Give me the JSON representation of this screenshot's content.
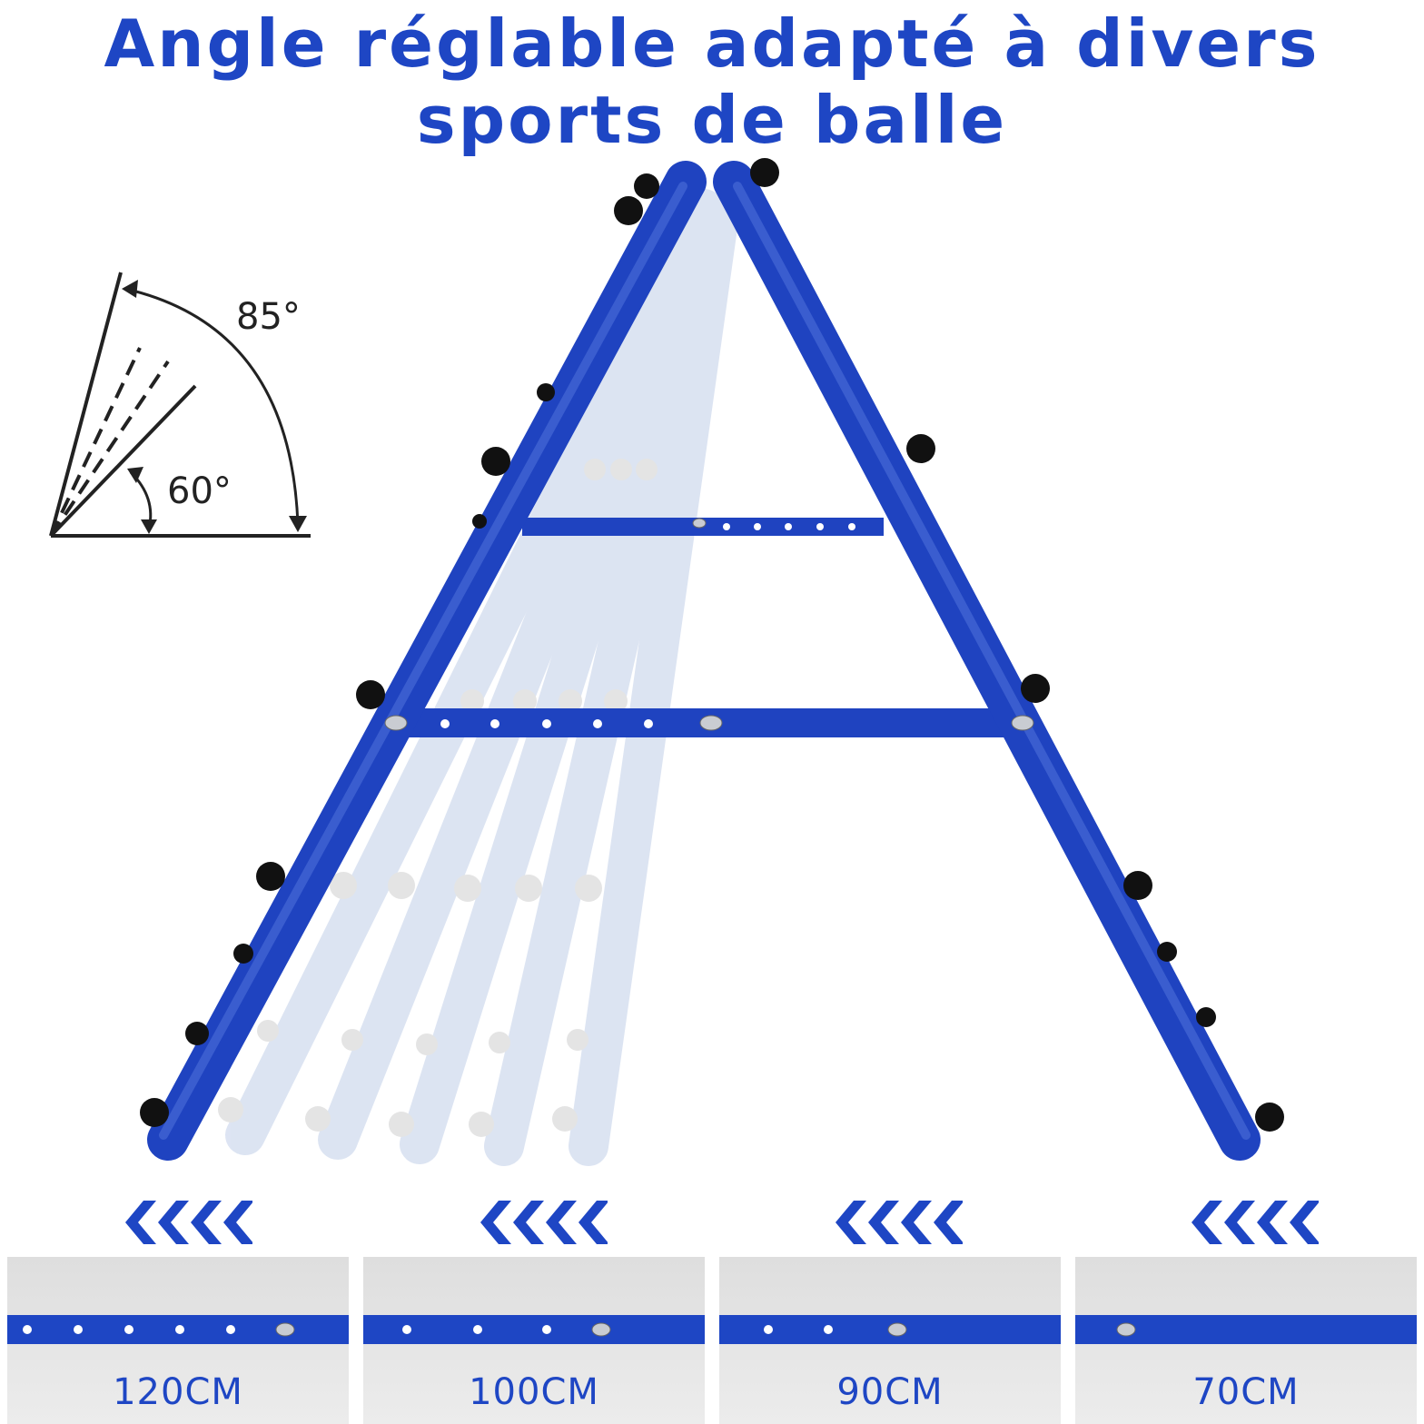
{
  "title": {
    "line1": "Angle réglable adapté à divers",
    "line2": "sports de balle"
  },
  "angle_diagram": {
    "max_angle": "85°",
    "min_angle": "60°"
  },
  "width_settings": [
    {
      "label": "120CM"
    },
    {
      "label": "100CM"
    },
    {
      "label": "90CM"
    },
    {
      "label": "70CM"
    }
  ],
  "colors": {
    "accent": "#1e46c4",
    "frame": "#1f43c0",
    "ghost": "#dbe3f2",
    "knob": "#111111"
  },
  "icons": [
    "triple-chevron-left-icon",
    "wing-nut-icon"
  ]
}
